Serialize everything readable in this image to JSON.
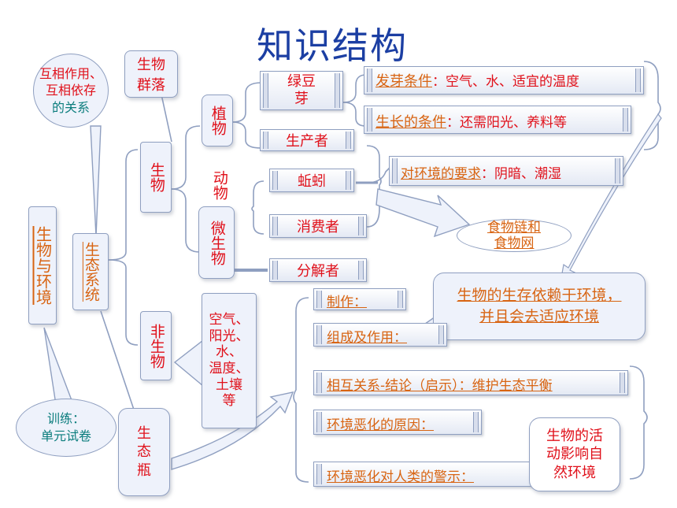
{
  "title": "知识结构",
  "callouts": {
    "relations": [
      "互相作用、",
      "互相依存",
      "的关系"
    ],
    "training": [
      "训练：",
      "单元试卷"
    ],
    "dependence": [
      "生物的生存依赖于环境，",
      "并且会去适应环境"
    ],
    "activity": [
      "生物的活",
      "动影响自",
      "然环境"
    ]
  },
  "nodes": {
    "root": "生物与环境",
    "ecosystem": "生态系统",
    "community": [
      "生物",
      "群落"
    ],
    "biology": "生物",
    "nonbiology": "非生物",
    "plants": "植物",
    "animals": "动物",
    "microbes": "微生物",
    "mung_bean": [
      "绿豆",
      "芽"
    ],
    "producer": "生产者",
    "earthworm": "蚯蚓",
    "consumer": "消费者",
    "decomposer": "分解者",
    "food_chain": [
      "食物链和",
      "食物网"
    ],
    "nonliving_factors": [
      "空气、",
      "阳光、",
      "水、",
      "温度、",
      "土壤",
      "等"
    ],
    "eco_bottle": [
      "生",
      "态",
      "瓶"
    ]
  },
  "conditions": {
    "germination_label": "发芽条件",
    "germination_text": "：空气、水、适宜的温度",
    "growth_label": "生长的条件",
    "growth_text": "：还需阳光、养料等",
    "env_label": "对环境的要求",
    "env_text": "：阴暗、潮湿"
  },
  "bottle_items": {
    "make": "制作：",
    "composition": "组成及作用：",
    "relation": "相互关系-结论（启示）：维护生态平衡",
    "degradation_cause": "环境恶化的原因：",
    "degradation_warning": "环境恶化对人类的警示："
  }
}
